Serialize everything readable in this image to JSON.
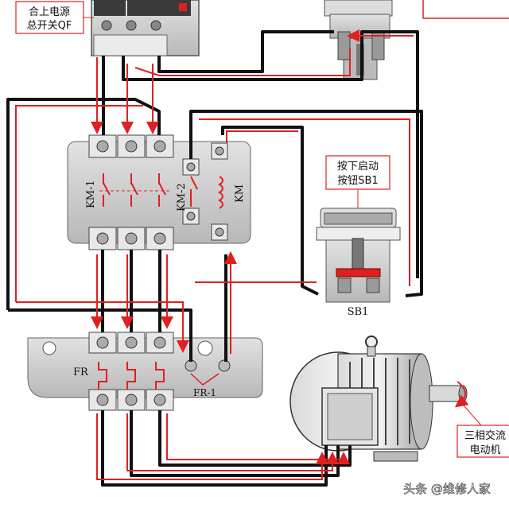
{
  "labels": {
    "qf_callout_line1": "合上电源",
    "qf_callout_line2": "总开关QF",
    "sb1_callout_line1": "按下启动",
    "sb1_callout_line2": "按钮SB1",
    "sb1_name": "SB1",
    "km1": "KM-1",
    "km2": "KM-2",
    "km": "KM",
    "fr": "FR",
    "fr1": "FR-1",
    "motor_callout_line1": "三相交流",
    "motor_callout_line2": "电动机",
    "watermark": "头条 @维修人家"
  },
  "colors": {
    "wire_black": "#111111",
    "wire_red": "#e02020",
    "callout_border": "#e02020",
    "component_gray": "#c9c9c9",
    "panel_gray": "#cfcfcf"
  },
  "icons": {
    "qf_breaker": "circuit-breaker-icon",
    "stop_button": "stop-button-icon",
    "start_button": "start-button-icon",
    "contactor": "contactor-icon",
    "thermal_relay": "thermal-relay-icon",
    "motor": "motor-icon"
  }
}
